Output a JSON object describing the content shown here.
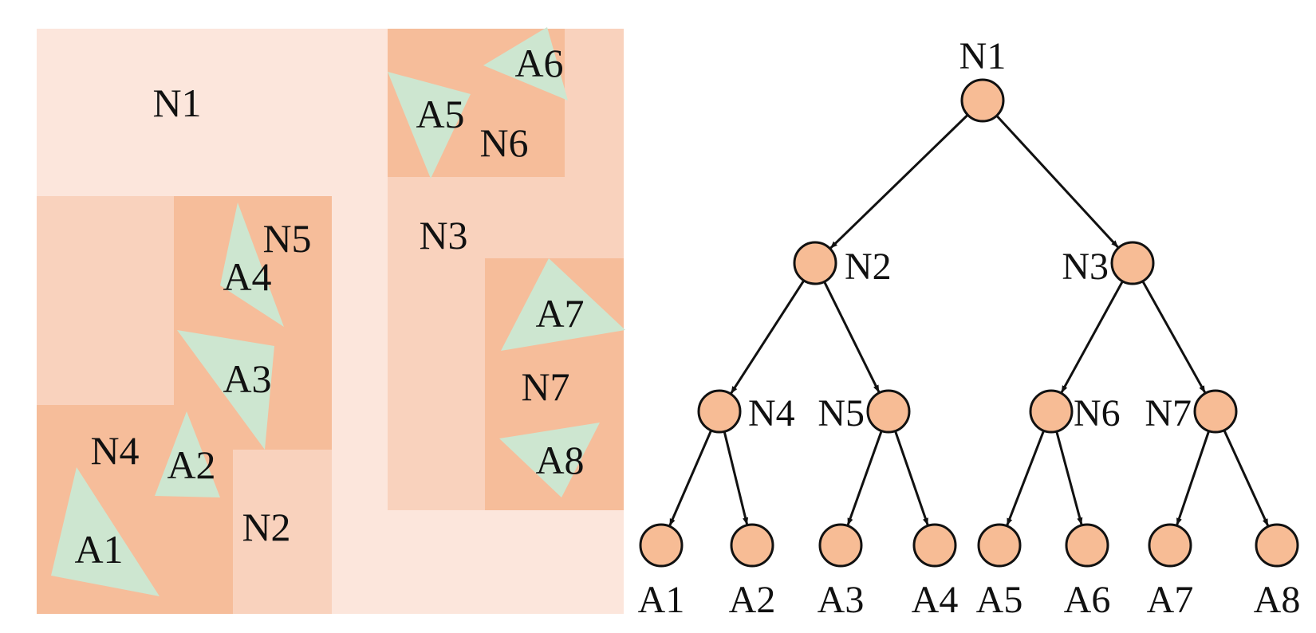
{
  "colors": {
    "light": "#fce6dc",
    "medium": "#f9d2bd",
    "dark": "#f6bd9a",
    "triangle": "#cde6d0",
    "node": "#f7bc95",
    "stroke": "#111111"
  },
  "spatial": {
    "regions": {
      "N1": "N1",
      "N2": "N2",
      "N3": "N3",
      "N4": "N4",
      "N5": "N5",
      "N6": "N6",
      "N7": "N7"
    },
    "objects": {
      "A1": "A1",
      "A2": "A2",
      "A3": "A3",
      "A4": "A4",
      "A5": "A5",
      "A6": "A6",
      "A7": "A7",
      "A8": "A8"
    }
  },
  "tree": {
    "nodes": {
      "N1": "N1",
      "N2": "N2",
      "N3": "N3",
      "N4": "N4",
      "N5": "N5",
      "N6": "N6",
      "N7": "N7"
    },
    "leaves": {
      "A1": "A1",
      "A2": "A2",
      "A3": "A3",
      "A4": "A4",
      "A5": "A5",
      "A6": "A6",
      "A7": "A7",
      "A8": "A8"
    },
    "edges": [
      [
        "N1",
        "N2"
      ],
      [
        "N1",
        "N3"
      ],
      [
        "N2",
        "N4"
      ],
      [
        "N2",
        "N5"
      ],
      [
        "N3",
        "N6"
      ],
      [
        "N3",
        "N7"
      ],
      [
        "N4",
        "A1"
      ],
      [
        "N4",
        "A2"
      ],
      [
        "N5",
        "A3"
      ],
      [
        "N5",
        "A4"
      ],
      [
        "N6",
        "A5"
      ],
      [
        "N6",
        "A6"
      ],
      [
        "N7",
        "A7"
      ],
      [
        "N7",
        "A8"
      ]
    ]
  }
}
